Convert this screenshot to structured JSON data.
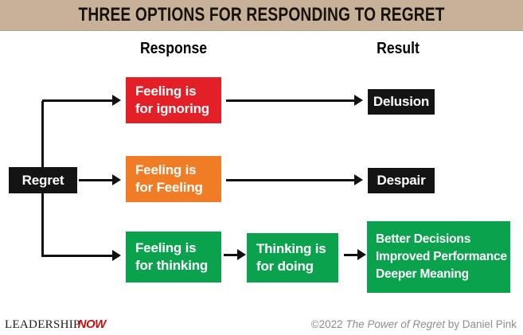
{
  "title": "THREE OPTIONS FOR RESPONDING TO REGRET",
  "columns": {
    "response": "Response",
    "result": "Result"
  },
  "source": {
    "label": "Regret"
  },
  "options": [
    {
      "response": "Feeling is\nfor ignoring",
      "result": "Delusion",
      "color": "#e32028"
    },
    {
      "response": "Feeling is\nfor Feeling",
      "result": "Despair",
      "color": "#f07d26"
    },
    {
      "response": "Feeling is\nfor thinking",
      "step2": "Thinking is\nfor doing",
      "result": "Better Decisions\nImproved Performance\nDeeper Meaning",
      "color": "#0ba24e"
    }
  ],
  "footer": {
    "logo_part1": "LEADERSHIP",
    "logo_part2": "NOW",
    "credit_copyright": "©2022 ",
    "credit_title": "The Power of Regret",
    "credit_author": " by Daniel Pink"
  },
  "colors": {
    "header_bg": "#c7b299",
    "node_black": "#141414",
    "red": "#e32028",
    "orange": "#f07d26",
    "green": "#0ba24e",
    "logo_now_red": "#c41212"
  }
}
